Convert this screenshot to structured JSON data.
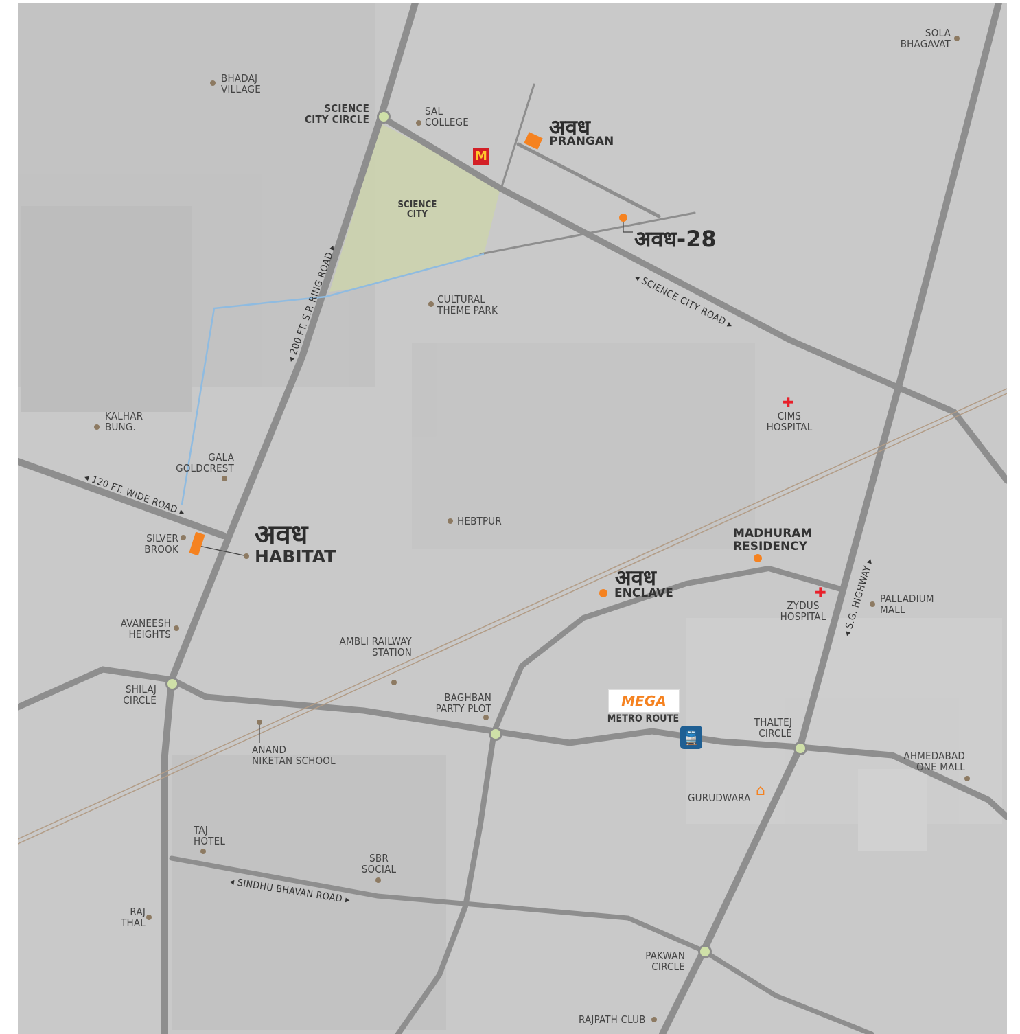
{
  "projects": {
    "prangan": {
      "hindi": "अवध",
      "name": "PRANGAN"
    },
    "avadh28": {
      "hindi": "अवध-28"
    },
    "habitat": {
      "hindi": "अवध",
      "name": "HABITAT"
    },
    "enclave": {
      "hindi": "अवध",
      "name": "ENCLAVE"
    },
    "madhuram": {
      "name": "MADHURAM\nRESIDENCY"
    }
  },
  "roads": {
    "ring_road": "◂ 200 FT. S.P. RING ROAD ▸",
    "science_city_road": "◂ SCIENCE CITY ROAD ▸",
    "wide_road": "◂ 120 FT. WIDE ROAD ▸",
    "sindhu_bhavan": "◂ SINDHU BHAVAN ROAD ▸",
    "sg_highway": "◂ S.G. HIGHWAY ▸"
  },
  "places": {
    "sola_bhagavat": "SOLA\nBHAGAVAT",
    "bhadaj_village": "BHADAJ\nVILLAGE",
    "science_city_circle": "SCIENCE\nCITY CIRCLE",
    "sal_college": "SAL\nCOLLEGE",
    "science_city": "SCIENCE\nCITY",
    "cultural_theme_park": "CULTURAL\nTHEME PARK",
    "kalhar_bung": "KALHAR\nBUNG.",
    "gala_goldcrest": "GALA\nGOLDCREST",
    "cims_hospital": "CIMS\nHOSPITAL",
    "silver_brook": "SILVER\nBROOK",
    "hebtpur": "HEBTPUR",
    "zydus_hospital": "ZYDUS\nHOSPITAL",
    "palladium_mall": "PALLADIUM\nMALL",
    "avaneesh_heights": "AVANEESH\nHEIGHTS",
    "ambli_railway_station": "AMBLI RAILWAY\nSTATION",
    "shilaj_circle": "SHILAJ\nCIRCLE",
    "baghban_party_plot": "BAGHBAN\nPARTY PLOT",
    "metro_route": "METRO ROUTE",
    "thaltej_circle": "THALTEJ\nCIRCLE",
    "anand_niketan_school": "ANAND\nNIKETAN SCHOOL",
    "ahmedabad_one_mall": "AHMEDABAD\nONE MALL",
    "gurudwara": "GURUDWARA",
    "taj_hotel": "TAJ\nHOTEL",
    "sbr_social": "SBR\nSOCIAL",
    "raj_thal": "RAJ\nTHAL",
    "pakwan_circle": "PAKWAN\nCIRCLE",
    "rajpath_club": "RAJPATH CLUB"
  },
  "logos": {
    "mega": "MEGA",
    "mcdonalds": "M"
  },
  "colors": {
    "map_bg": "#c9c9c9",
    "road": "#8e8e8e",
    "project_marker": "#f58220",
    "science_city_area": "#cdd3ad",
    "hospital_cross": "#e8202a",
    "metro_icon": "#1f5f93",
    "connector_line": "#8fbbe0"
  }
}
